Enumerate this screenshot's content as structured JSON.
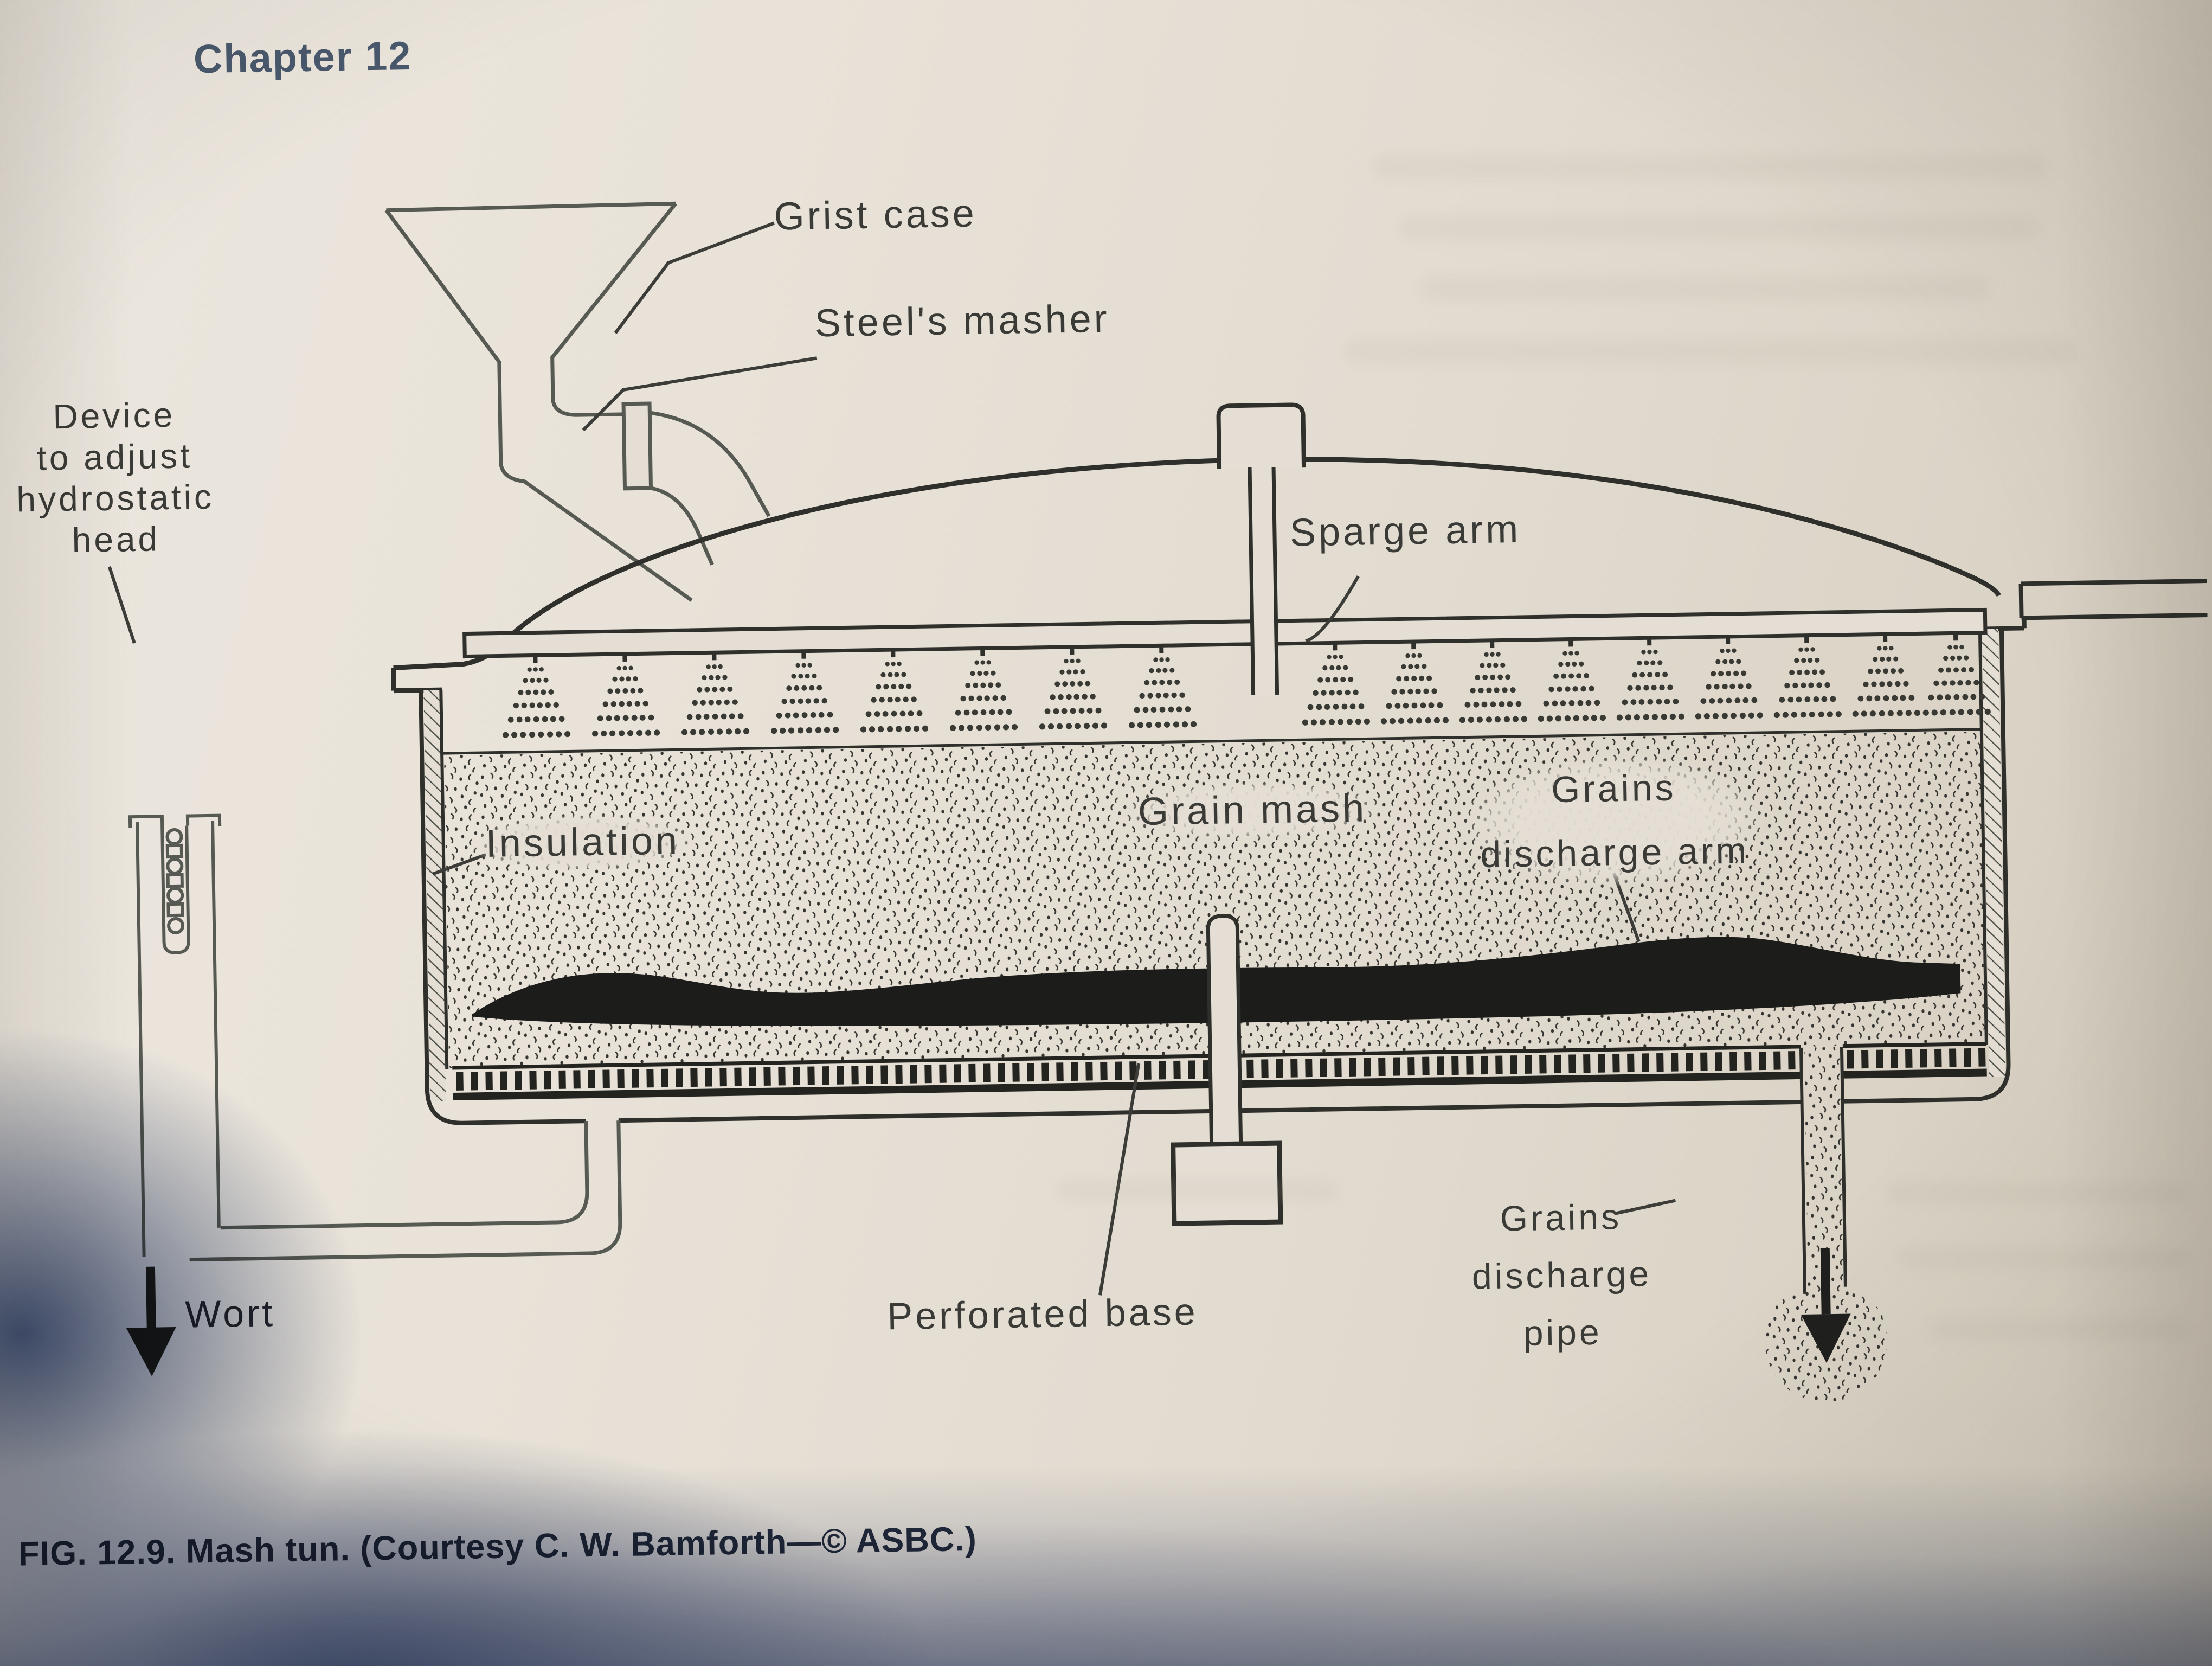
{
  "page": {
    "chapter_header": "Chapter 12"
  },
  "figure": {
    "caption_label": "FIG. 12.9.",
    "caption_title": "Mash tun.",
    "caption_credit": "(Courtesy C. W. Bamforth—© ASBC.)",
    "labels": {
      "grist_case": "Grist case",
      "steels_masher": "Steel's masher",
      "device_line1": "Device",
      "device_line2": "to adjust",
      "device_line3": "hydrostatic",
      "device_line4": "head",
      "sparge_arm": "Sparge arm",
      "insulation": "Insulation",
      "grain_mash": "Grain mash",
      "grains_arm_line1": "Grains",
      "grains_arm_line2": "discharge arm",
      "wort": "Wort",
      "perforated_base": "Perforated base",
      "grains_pipe_line1": "Grains",
      "grains_pipe_line2": "discharge",
      "grains_pipe_line3": "pipe"
    },
    "icons": {
      "wort_arrow": "down-arrow",
      "grains_arrow": "down-arrow"
    },
    "colors": {
      "ink": "#2f2f2b",
      "secondary_ink": "#565a52",
      "label_text": "#3a3a36",
      "chapter_text": "#49586c",
      "caption_text": "#222b3c",
      "paper": "#e4ded4",
      "shadow_blue": "#55688f"
    }
  }
}
